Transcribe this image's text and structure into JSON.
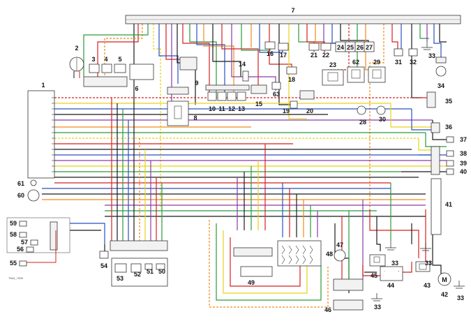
{
  "diagram": {
    "code": "TN41_7009",
    "components": [
      "1",
      "2",
      "3",
      "4",
      "5",
      "6",
      "7",
      "8",
      "9",
      "10",
      "11",
      "12",
      "13",
      "14",
      "15",
      "16",
      "17",
      "18",
      "19",
      "20",
      "21",
      "22",
      "23",
      "24",
      "25",
      "26",
      "27",
      "28",
      "29",
      "30",
      "31",
      "32",
      "33",
      "34",
      "35",
      "36",
      "37",
      "38",
      "39",
      "40",
      "41",
      "42",
      "43",
      "44",
      "45",
      "46",
      "47",
      "48",
      "49",
      "50",
      "51",
      "52",
      "53",
      "54",
      "55",
      "56",
      "57",
      "58",
      "59",
      "60",
      "61",
      "62",
      "63"
    ],
    "motor_symbol": "M",
    "wire_colors": {
      "black": "#1a1a1a",
      "red": "#d42020",
      "green": "#2a9a3a",
      "blue": "#2a4fc0",
      "yellow": "#e6d21a",
      "orange": "#f08a1a",
      "purple": "#8a3aa8",
      "brown": "#8a5a2a",
      "grey": "#8a8a8a",
      "white": "#cfcfcf",
      "pink": "#e87aa8"
    }
  }
}
